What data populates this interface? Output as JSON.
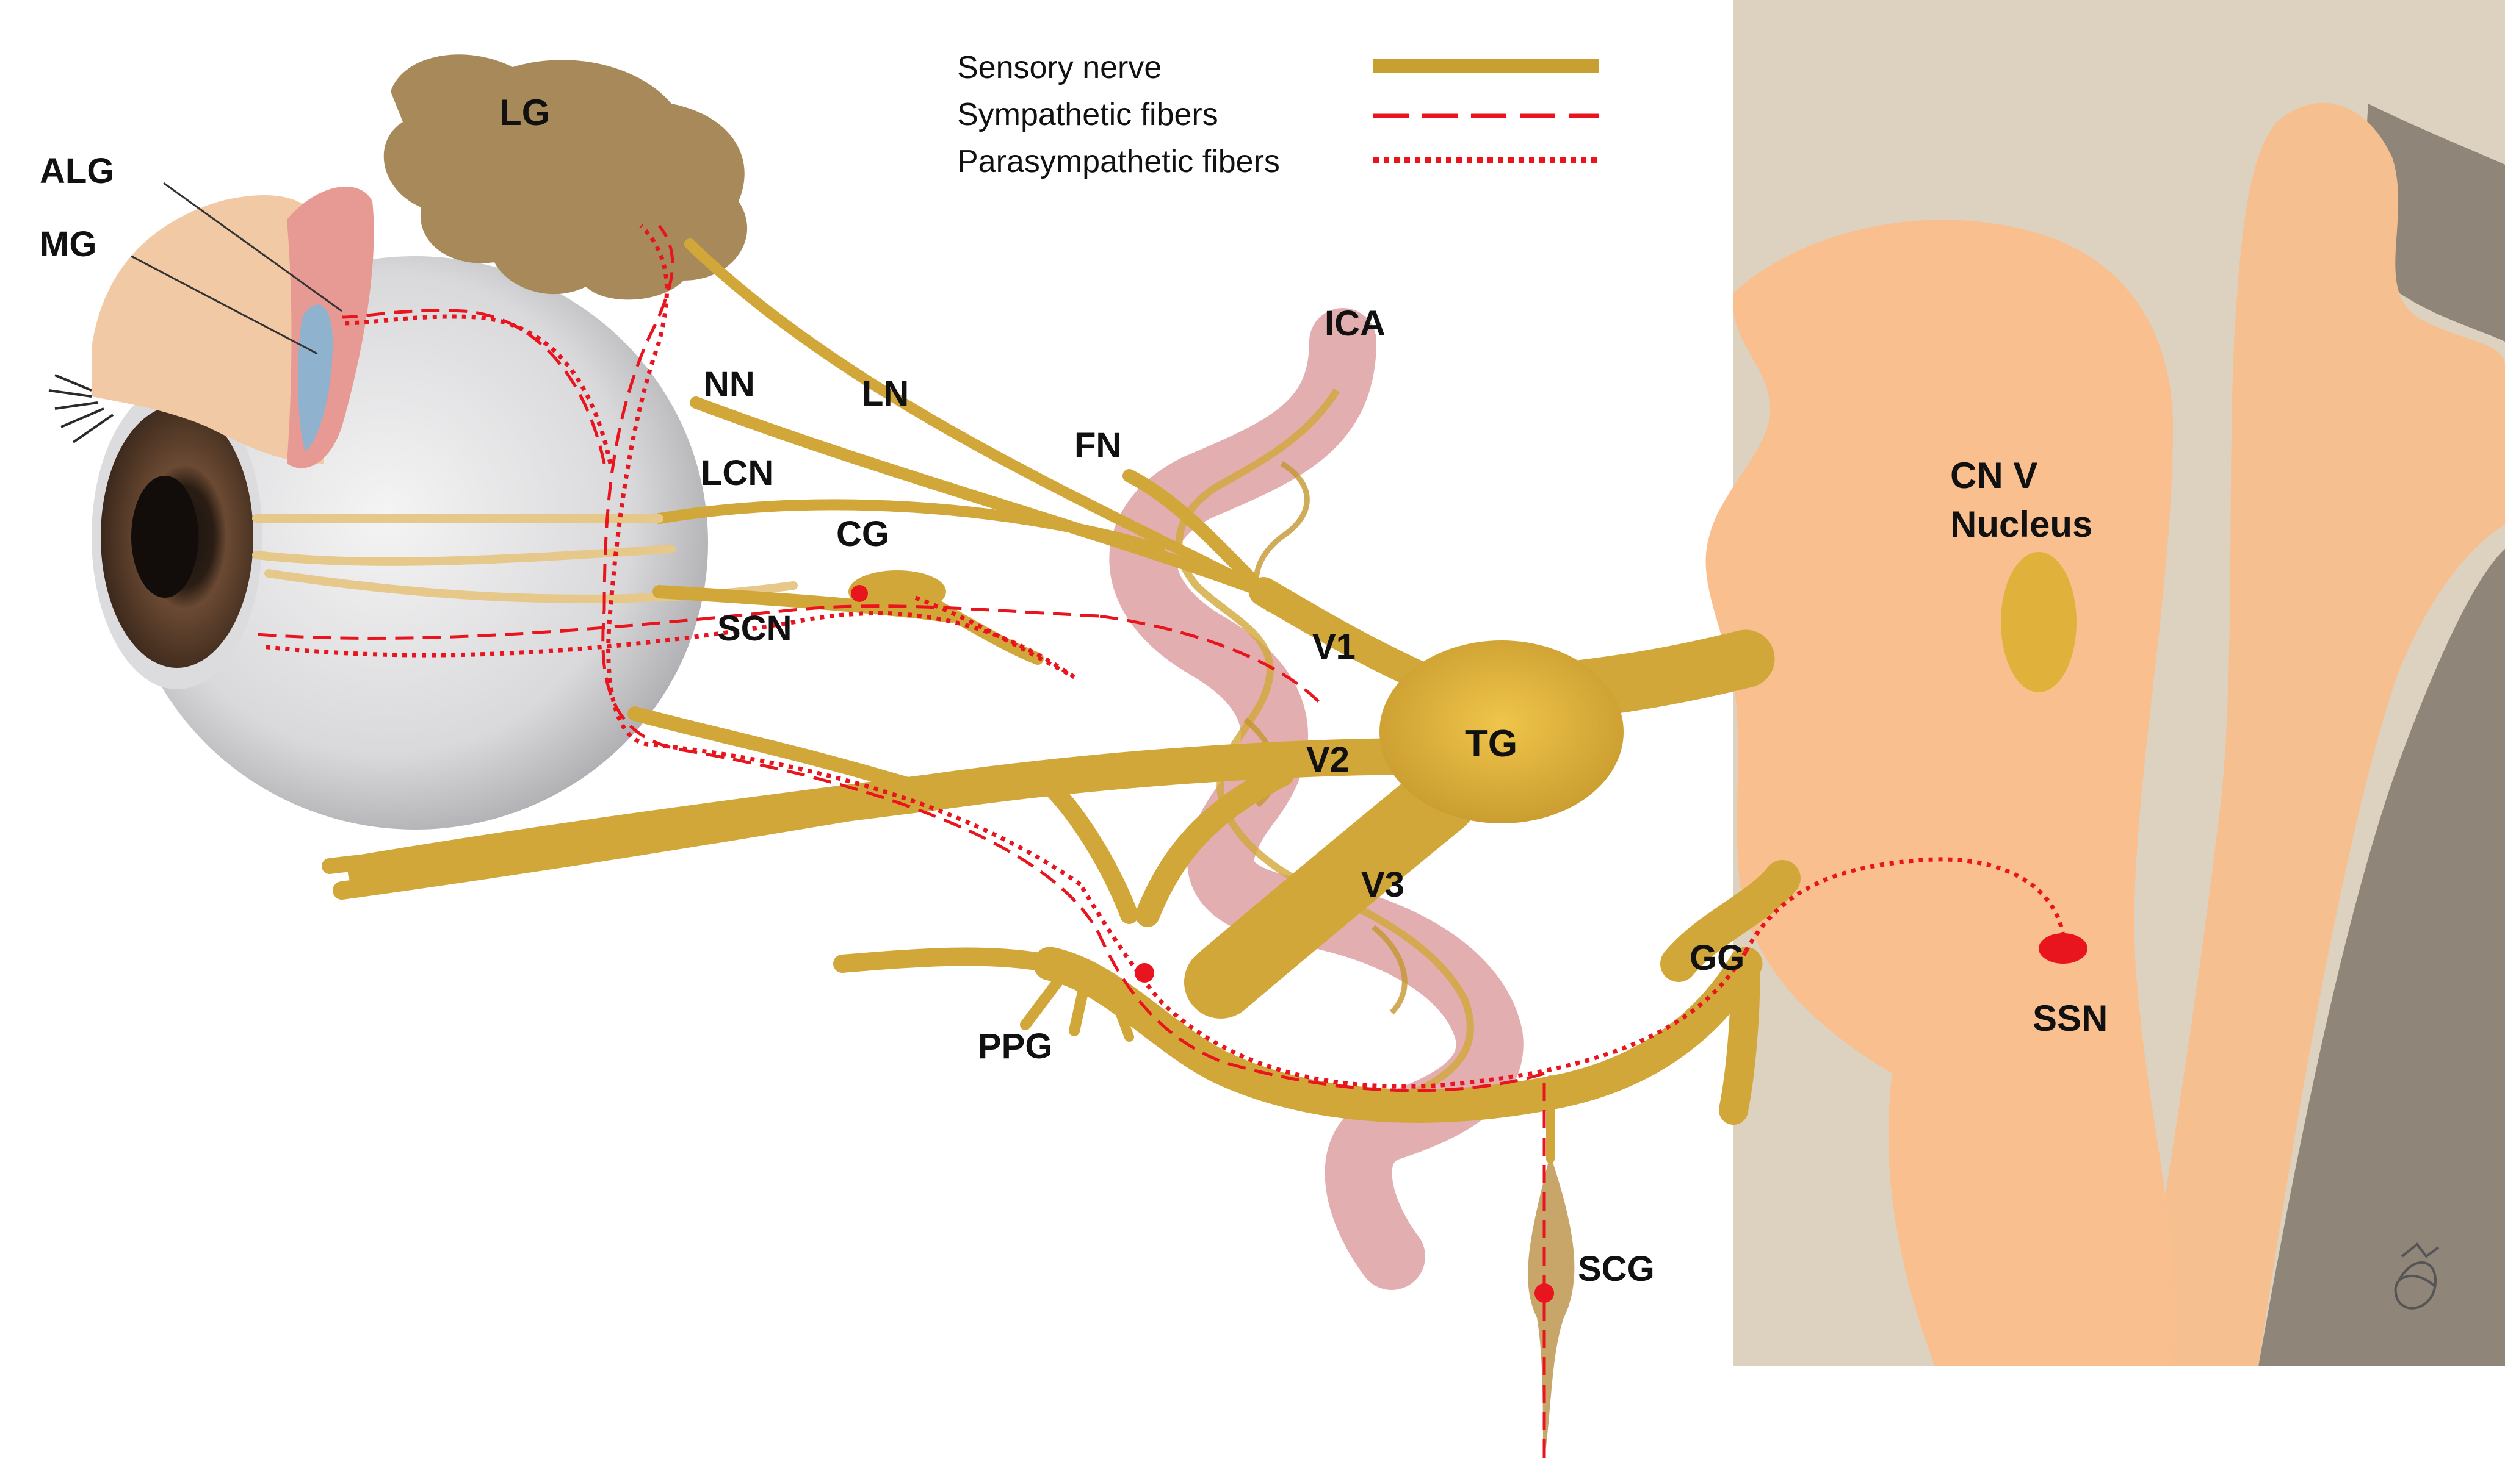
{
  "legend": {
    "items": [
      {
        "label": "Sensory nerve",
        "style": "solid",
        "color": "#c8a032"
      },
      {
        "label": "Sympathetic fibers",
        "style": "dashed",
        "color": "#e8141e"
      },
      {
        "label": "Parasympathetic fibers",
        "style": "dotted",
        "color": "#e8141e"
      }
    ]
  },
  "labels": {
    "lg": "LG",
    "alg": "ALG",
    "mg": "MG",
    "nn": "NN",
    "ln": "LN",
    "lcn": "LCN",
    "cg": "CG",
    "scn": "SCN",
    "fn": "FN",
    "ica": "ICA",
    "v1": "V1",
    "v2": "V2",
    "v3": "V3",
    "tg": "TG",
    "ppg": "PPG",
    "gg": "GG",
    "scg": "SCG",
    "cnv_line1": "CN V",
    "cnv_line2": "Nucleus",
    "ssn": "SSN"
  },
  "colors": {
    "nerve": "#d2a73a",
    "nerve_dark": "#b98e28",
    "sympathetic": "#e8141e",
    "brain": "#f9bf8f",
    "brain_bg": "#ddd2bf",
    "brain_dark": "#8a7f72",
    "artery": "#e2aeb0",
    "gland": "#a88a5a",
    "sclera": "#e9e9ea",
    "iris": "#5a3a28",
    "nucleus": "#e0b23c"
  }
}
